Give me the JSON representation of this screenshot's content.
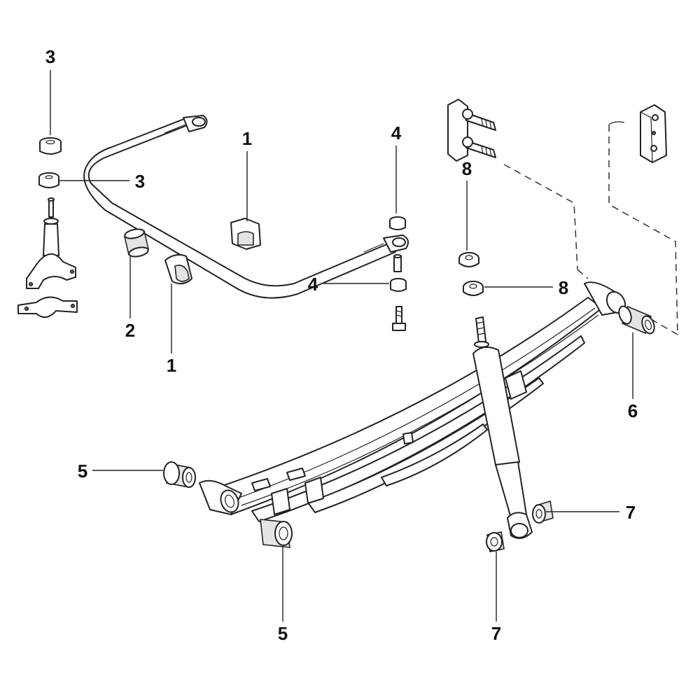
{
  "callouts": {
    "c1a": "1",
    "c1b": "1",
    "c2": "2",
    "c3a": "3",
    "c3b": "3",
    "c4a": "4",
    "c4b": "4",
    "c5a": "5",
    "c5b": "5",
    "c6": "6",
    "c7a": "7",
    "c7b": "7",
    "c8a": "8",
    "c8b": "8"
  }
}
